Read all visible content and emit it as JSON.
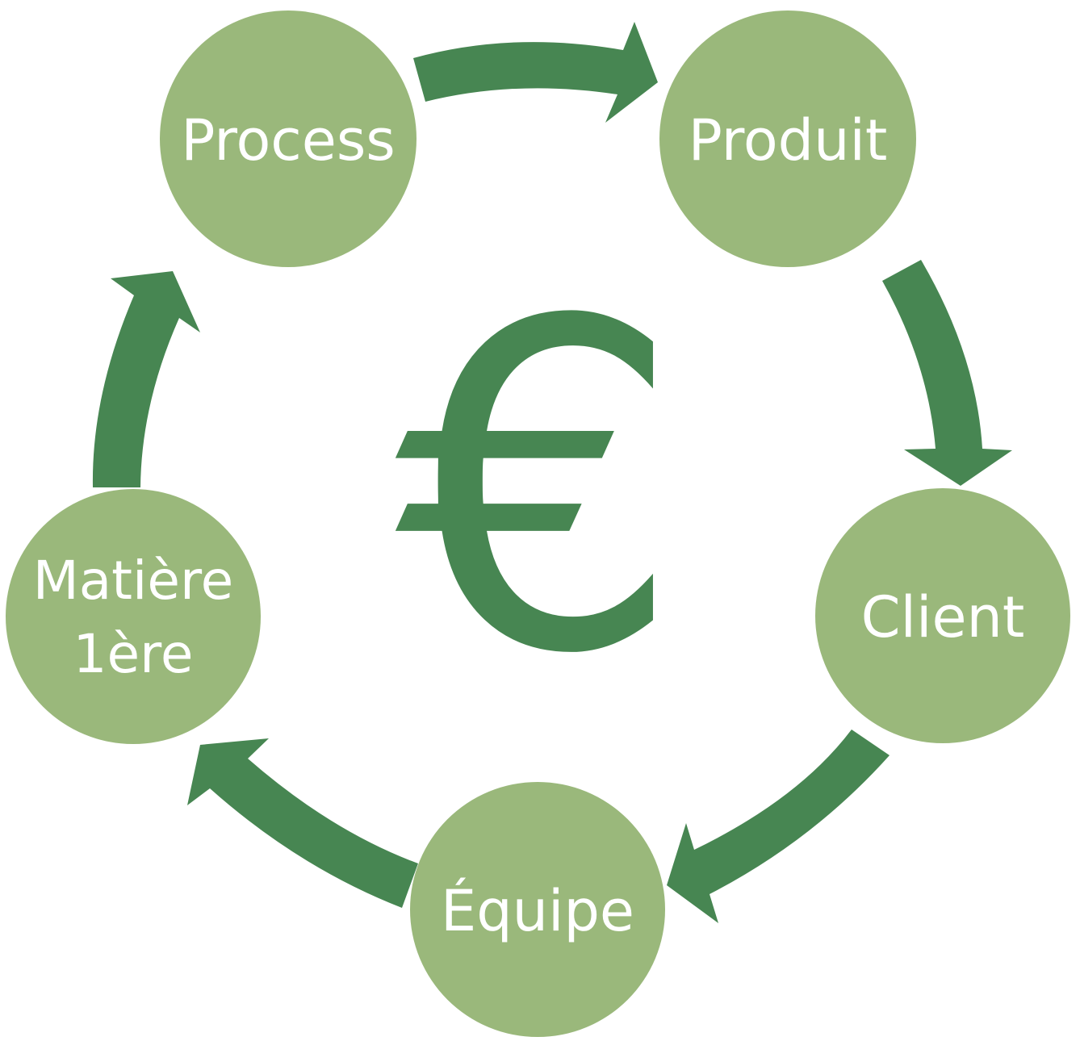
{
  "colors": {
    "node_fill": "#9ab87b",
    "arrow": "#478652",
    "center_symbol": "#478652",
    "label_text": "#ffffff"
  },
  "center": {
    "symbol": "€"
  },
  "nodes": [
    {
      "id": "process",
      "label": "Process"
    },
    {
      "id": "produit",
      "label": "Produit"
    },
    {
      "id": "client",
      "label": "Client"
    },
    {
      "id": "equipe",
      "label": "Équipe"
    },
    {
      "id": "matiere",
      "label_line1": "Matière",
      "label_line2": "1ère"
    }
  ],
  "arrows": [
    {
      "from": "process",
      "to": "produit",
      "icon": "arrow-right-icon"
    },
    {
      "from": "produit",
      "to": "client",
      "icon": "arrow-down-icon"
    },
    {
      "from": "client",
      "to": "equipe",
      "icon": "arrow-down-left-icon"
    },
    {
      "from": "equipe",
      "to": "matiere",
      "icon": "arrow-up-left-icon"
    },
    {
      "from": "matiere",
      "to": "process",
      "icon": "arrow-up-icon"
    }
  ]
}
